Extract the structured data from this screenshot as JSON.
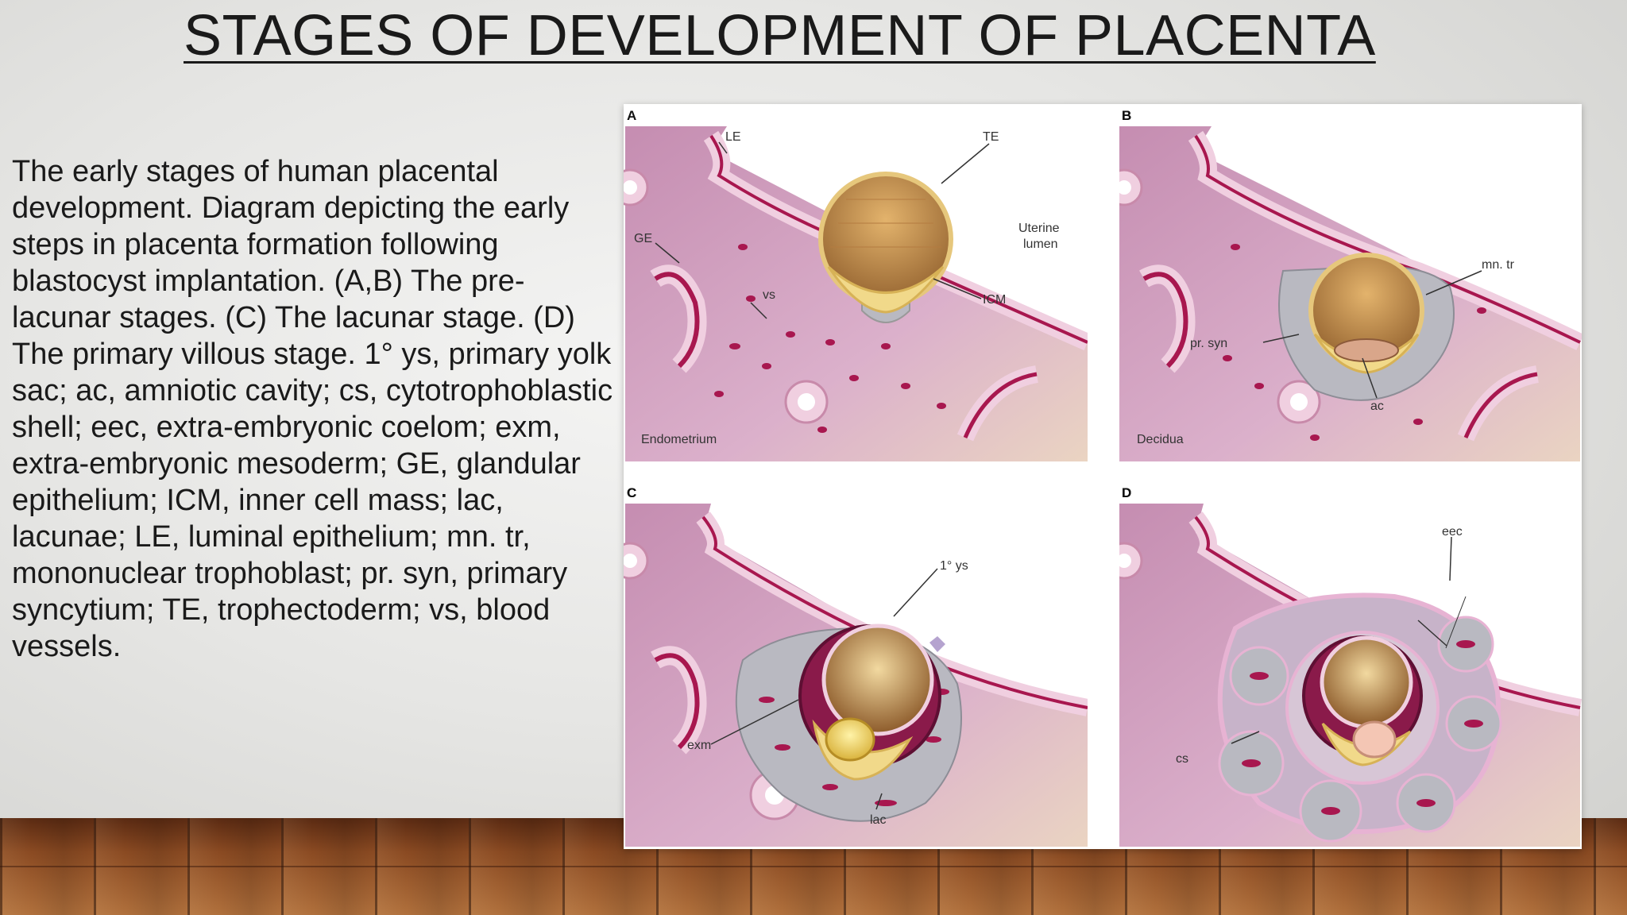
{
  "title": "STAGES OF DEVELOPMENT OF PLACENTA",
  "caption": "The early stages of human placental development. Diagram depicting the early steps in placenta formation following blastocyst implantation. (A,B) The pre-lacunar stages. (C) The lacunar stage. (D) The primary villous stage. 1° ys, primary yolk sac; ac, amniotic cavity; cs, cytotrophoblastic shell; eec, extra-embryonic coelom; exm, extra-embryonic mesoderm; GE, glandular epithelium; ICM, inner cell mass; lac, lacunae; LE, luminal epithelium; mn. tr, mononuclear trophoblast; pr. syn, primary syncytium; TE, trophectoderm; vs, blood vessels.",
  "figure": {
    "panels": [
      {
        "letter": "A",
        "region_label": "Endometrium",
        "labels": {
          "le": "LE",
          "te": "TE",
          "ge": "GE",
          "vs": "vs",
          "uterine_lumen_1": "Uterine",
          "uterine_lumen_2": "lumen",
          "icm": "ICM"
        }
      },
      {
        "letter": "B",
        "region_label": "Decidua",
        "labels": {
          "mn_tr": "mn. tr",
          "pr_syn": "pr. syn",
          "ac": "ac"
        }
      },
      {
        "letter": "C",
        "labels": {
          "ys": "1° ys",
          "exm": "exm",
          "lac": "lac"
        }
      },
      {
        "letter": "D",
        "labels": {
          "eec": "eec",
          "cs": "cs"
        }
      }
    ]
  },
  "colors": {
    "tissue": "#d8a9c6",
    "tissue_light": "#e9c9dc",
    "epithelium": "#f3dbe9",
    "vessel": "#a8174f",
    "blastocyst": "#c6924c",
    "yolk": "#f0d77a",
    "trophoblast": "#b9b9c1",
    "floor": "#8a4a22"
  }
}
